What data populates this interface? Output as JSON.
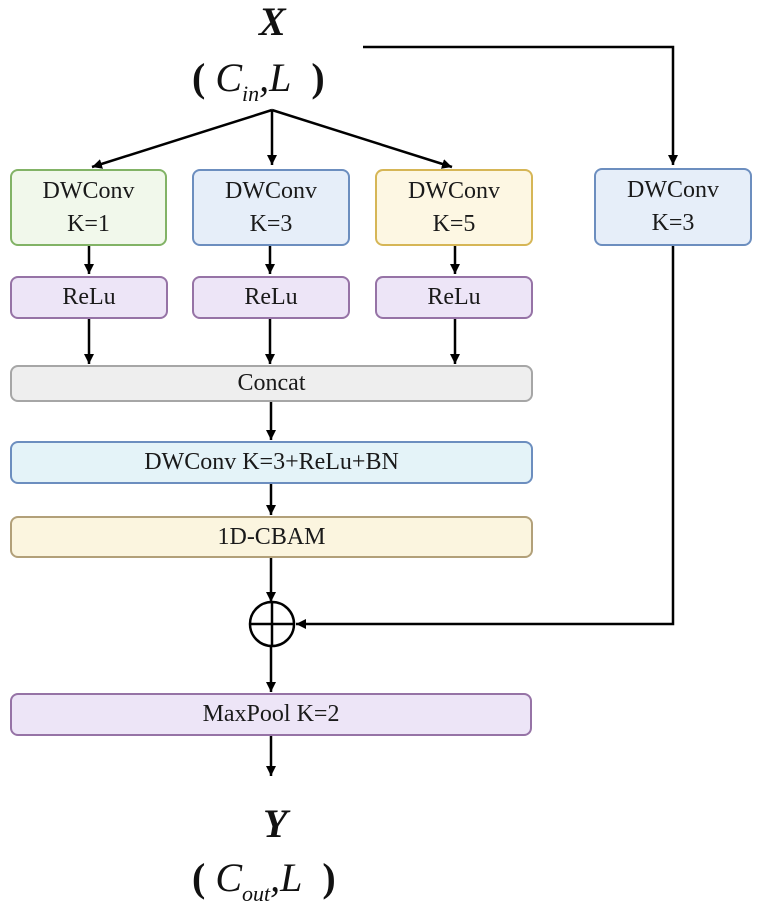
{
  "input": {
    "symbol": "X",
    "channels_base": "C",
    "channels_sub": "in",
    "length": "L"
  },
  "output": {
    "symbol": "Y",
    "channels_base": "C",
    "channels_sub": "out",
    "length": "L"
  },
  "branches": [
    {
      "conv": {
        "line1": "DWConv",
        "line2": "K=1"
      },
      "activation": "ReLu"
    },
    {
      "conv": {
        "line1": "DWConv",
        "line2": "K=3"
      },
      "activation": "ReLu"
    },
    {
      "conv": {
        "line1": "DWConv",
        "line2": "K=5"
      },
      "activation": "ReLu"
    }
  ],
  "shortcut": {
    "line1": "DWConv",
    "line2": "K=3"
  },
  "concat": "Concat",
  "fusion": "DWConv K=3+ReLu+BN",
  "attention": "1D-CBAM",
  "pool": "MaxPool K=2",
  "colors": {
    "green_fill": "#f1f8eb",
    "green_border": "#82b366",
    "blue_fill": "#e6eef9",
    "blue_border": "#6c8ebf",
    "yellow_fill": "#fdf7e3",
    "yellow_border": "#d6b656",
    "purple_fill": "#ede5f7",
    "purple_border": "#9673a6",
    "gray_fill": "#eeeeee",
    "gray_border": "#a6a6a6"
  }
}
